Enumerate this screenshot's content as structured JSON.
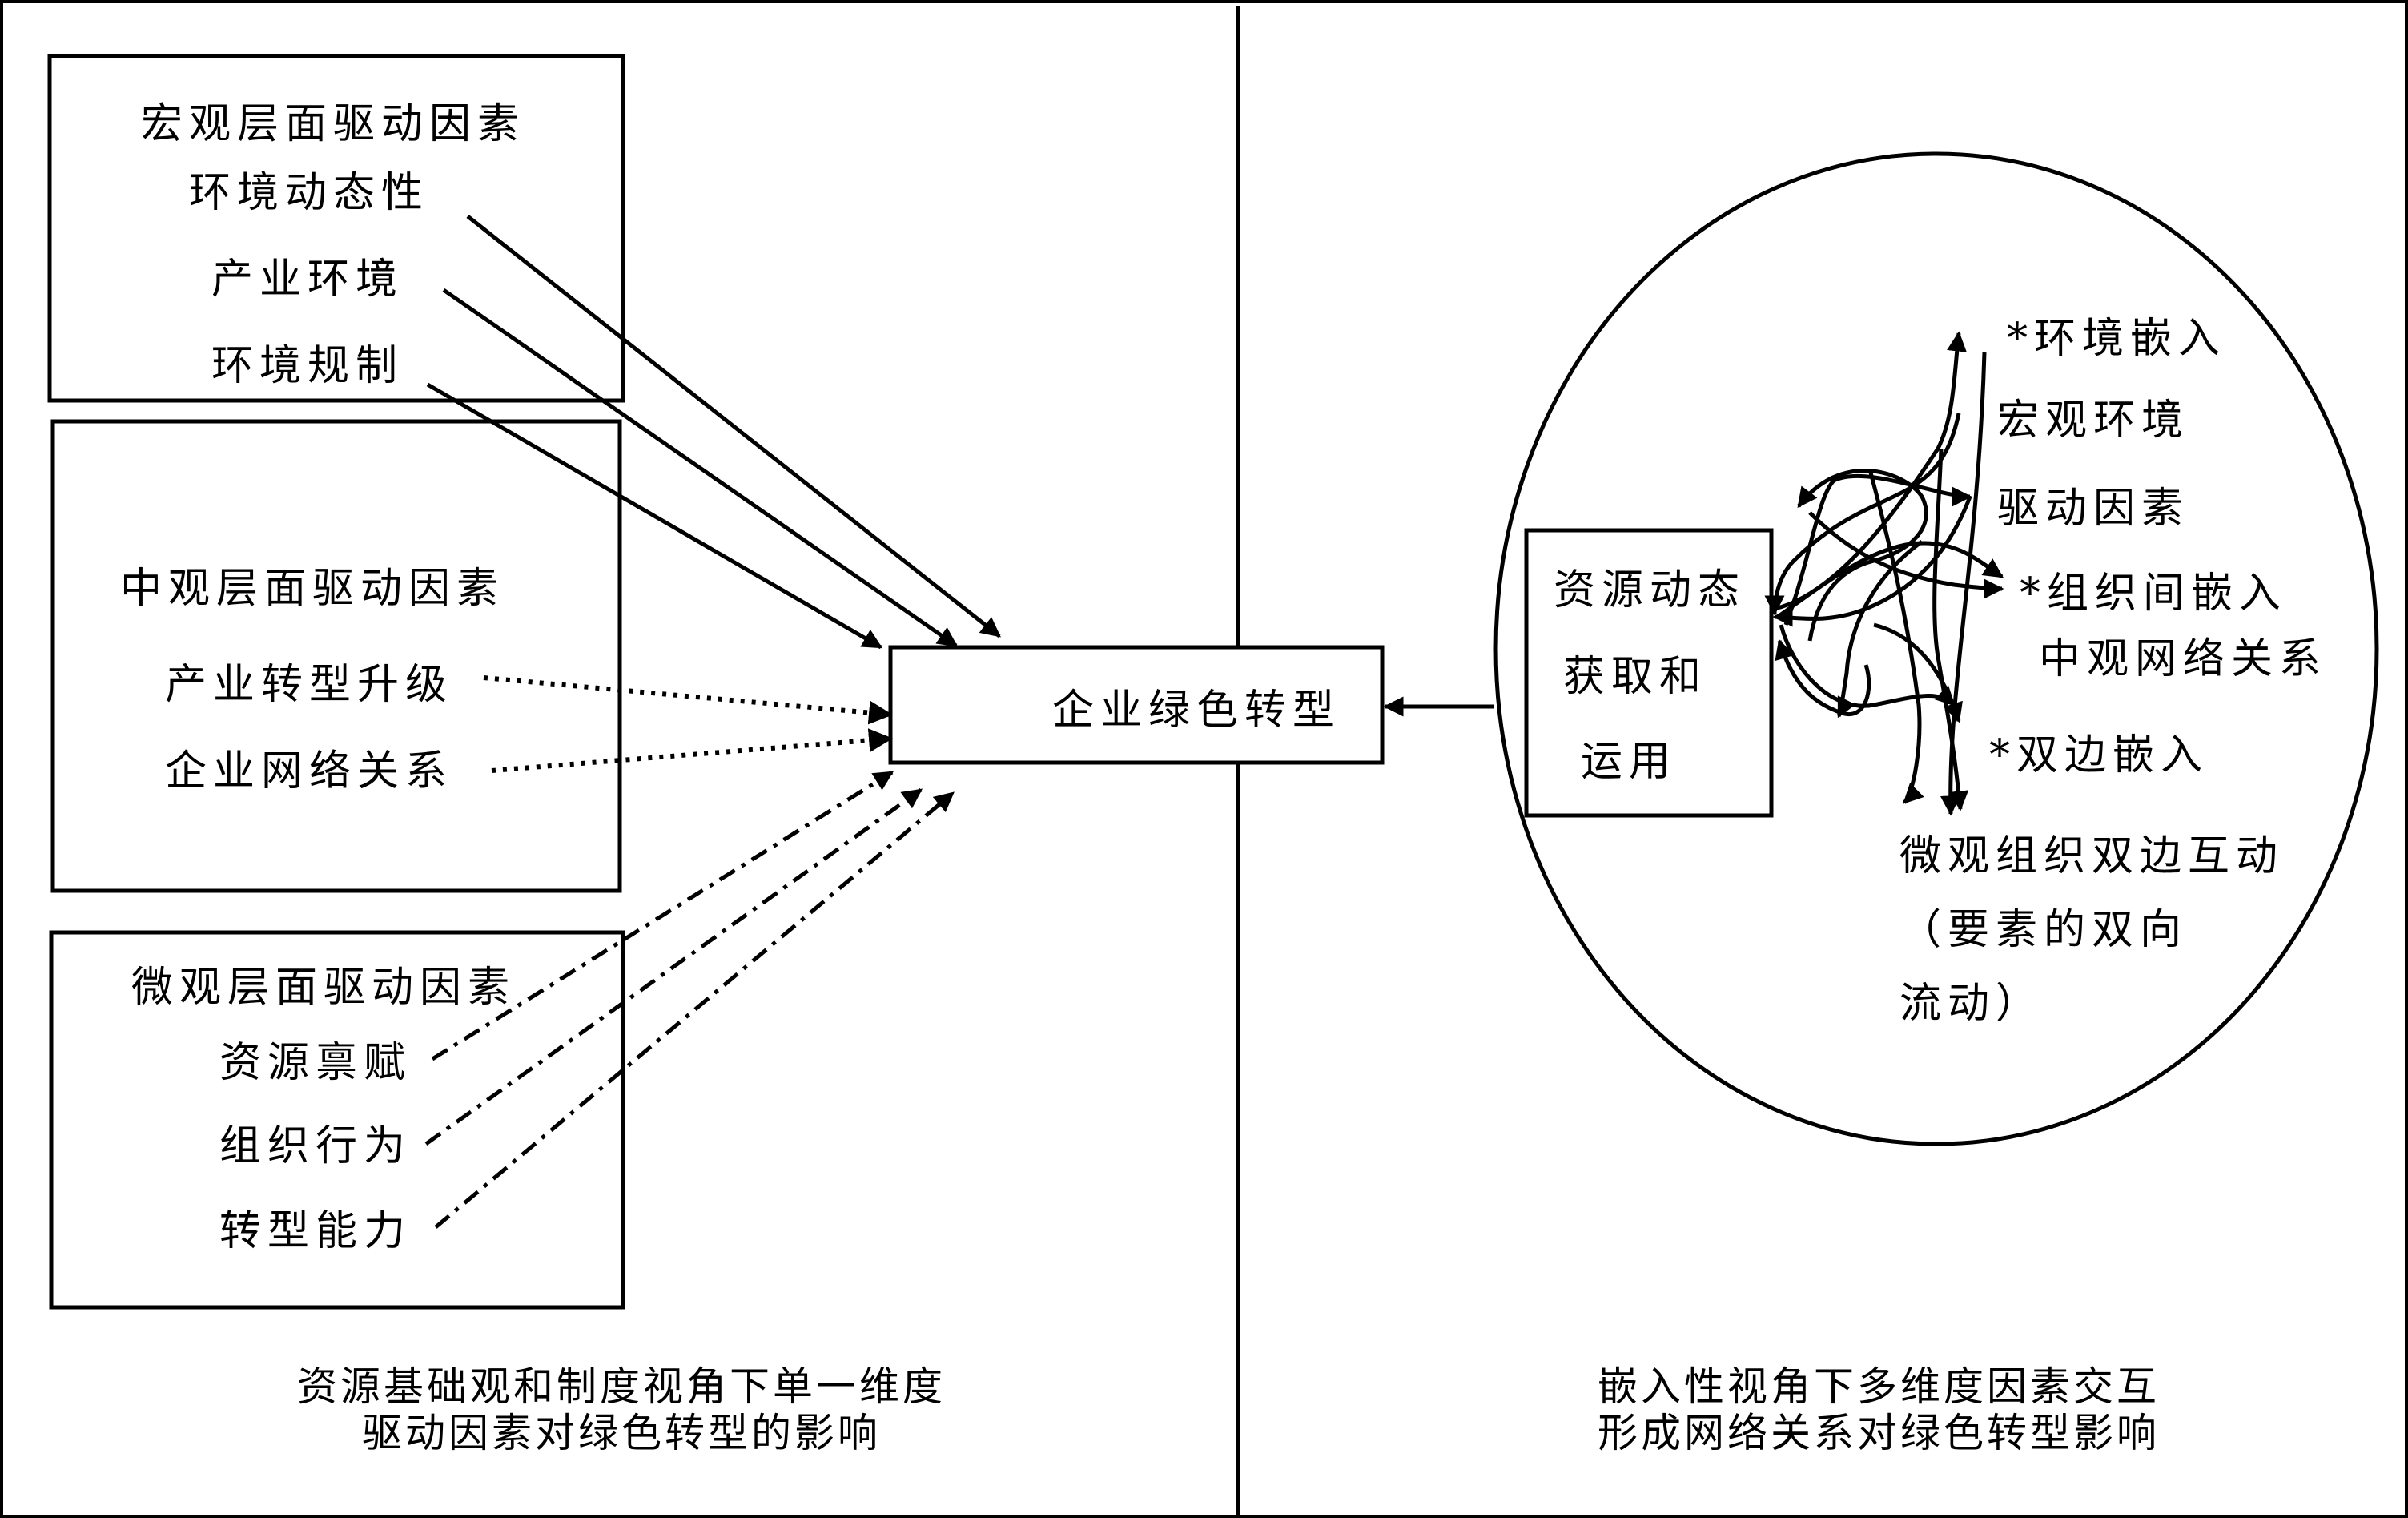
{
  "left_panel": {
    "macro": {
      "title": "宏观层面驱动因素",
      "items": [
        "环境动态性",
        "产业环境",
        "环境规制"
      ]
    },
    "meso": {
      "title": "中观层面驱动因素",
      "items": [
        "产业转型升级",
        "企业网络关系"
      ]
    },
    "micro": {
      "title": "微观层面驱动因素",
      "items": [
        "资源禀赋",
        "组织行为",
        "转型能力"
      ]
    },
    "center_box": "企业绿色转型",
    "caption_line1": "资源基础观和制度视角下单一维度",
    "caption_line2": "驱动因素对绿色转型的影响"
  },
  "right_panel": {
    "resource_box": {
      "lines": [
        "资源动态",
        "获取和",
        "运用"
      ]
    },
    "labels": {
      "env_embed": "*环境嵌入",
      "macro_env": "宏观环境",
      "driver_factor": "驱动因素",
      "inter_org_embed": "*组织间嵌入",
      "meso_network": "中观网络关系",
      "dyadic_embed": "*双边嵌入",
      "micro_dyad": "微观组织双边互动",
      "flow_line1": "（要素的双向",
      "flow_line2": "流动）"
    },
    "caption_line1": "嵌入性视角下多维度因素交互",
    "caption_line2": "形成网络关系对绿色转型影响"
  }
}
